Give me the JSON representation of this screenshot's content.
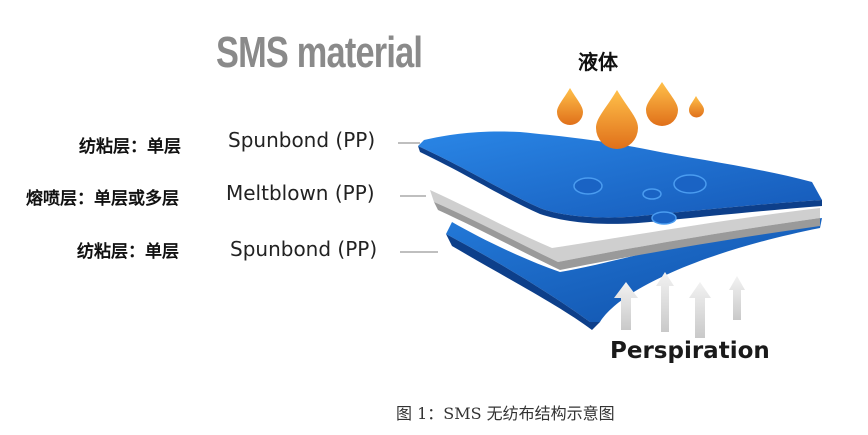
{
  "title": "SMS material",
  "liquid_label": "液体",
  "layers": [
    {
      "cn": "纺粘层：单层",
      "en": "Spunbond (PP)"
    },
    {
      "cn": "熔喷层：单层或多层",
      "en": "Meltblown (PP)"
    },
    {
      "cn": "纺粘层：单层",
      "en": "Spunbond (PP)"
    }
  ],
  "perspiration_label": "Perspiration",
  "caption": "图 1：SMS 无纺布结构示意图",
  "colors": {
    "spunbond_blue": "#1f6fd0",
    "meltblown_gray": "#c8c8c8",
    "droplet_orange": "#f08a1c",
    "arrow_gray": "#d9d9d9"
  }
}
